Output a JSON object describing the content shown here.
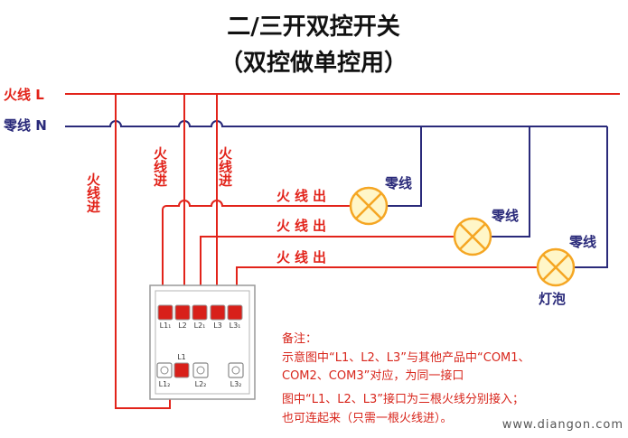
{
  "title": {
    "line1": "二/三开双控开关",
    "line2": "（双控做单控用）"
  },
  "lines": {
    "live": "火线 L",
    "neutral": "零线 N"
  },
  "labels": {
    "live_in": "火线进",
    "live_out": "火线出",
    "neutral": "零线",
    "bulb": "灯泡"
  },
  "terminals": {
    "top": [
      "L1₁",
      "L2",
      "L2₁",
      "L3",
      "L3₁"
    ],
    "middle": "L1",
    "bottom": [
      "L1₂",
      "L2₂",
      "L3₂"
    ]
  },
  "note": {
    "heading": "备注：",
    "line1": "示意图中“L1、L2、L3”与其他产品中“COM1、",
    "line2": "COM2、COM3”对应，为同一接口",
    "line3": "图中“L1、L2、L3”接口为三根火线分别接入；",
    "line4": "也可连起来（只需一根火线进）。"
  },
  "watermark": "www.diangon.com",
  "colors": {
    "live": "#e2231a",
    "neutral": "#2a2a7a",
    "bulb": "#f5a623",
    "bulb_fill": "#fff6c8"
  }
}
